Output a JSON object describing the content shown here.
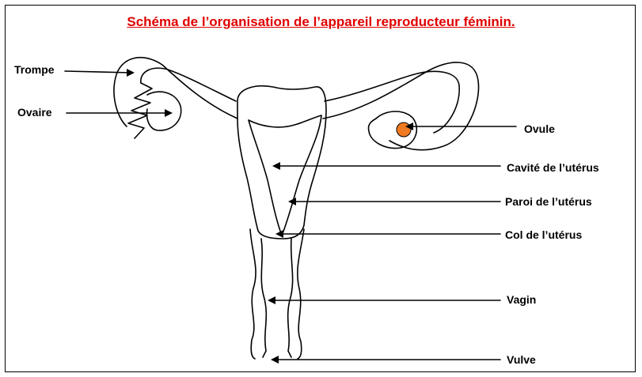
{
  "diagram": {
    "title": "Schéma de l’organisation de l’appareil reproducteur féminin.",
    "title_color": "#e00000",
    "labels": {
      "trompe": "Trompe",
      "ovaire": "Ovaire",
      "ovule": "Ovule",
      "cavite": "Cavité de l’utérus",
      "paroi": "Paroi de l’utérus",
      "col": "Col de l’utérus",
      "vagin": "Vagin",
      "vulve": "Vulve"
    },
    "colors": {
      "outline": "#000000",
      "ovule": "#f07a22"
    }
  }
}
